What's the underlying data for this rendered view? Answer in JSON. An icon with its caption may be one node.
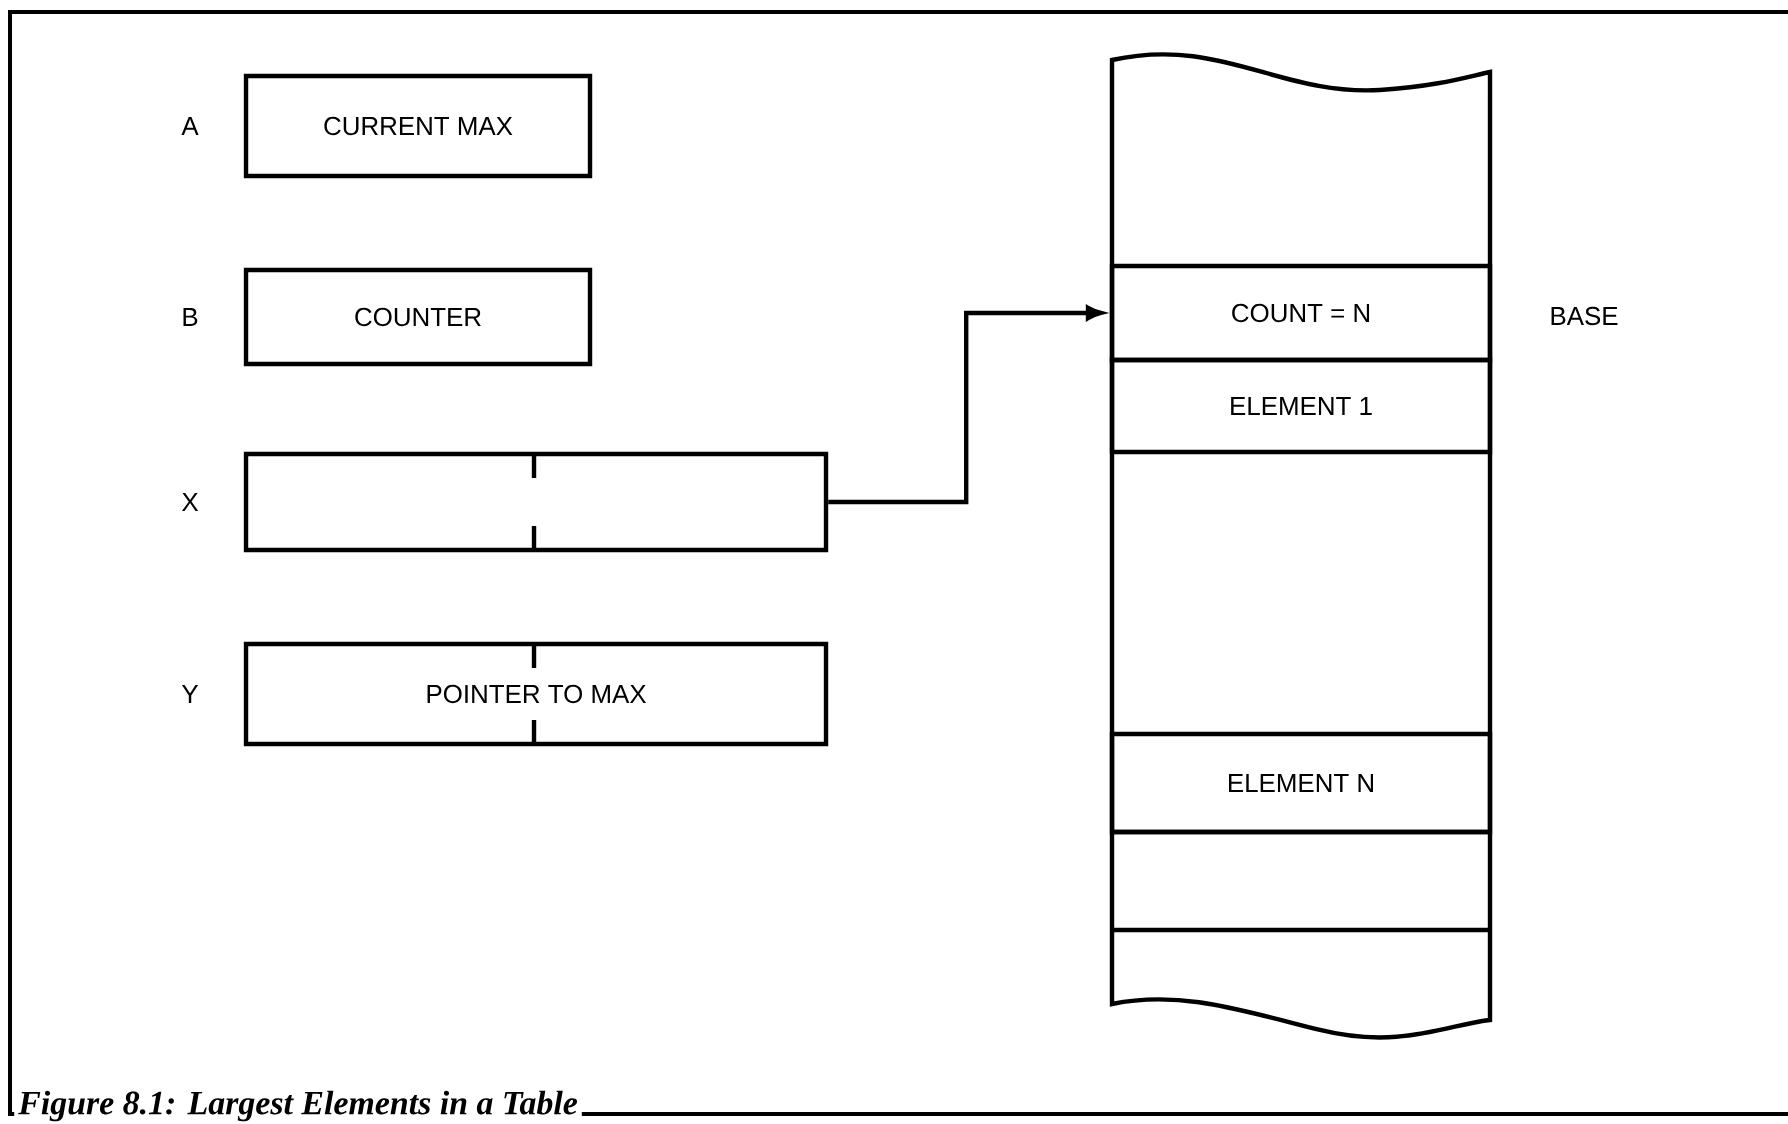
{
  "diagram": {
    "caption": "Figure 8.1: Largest Elements in a Table",
    "nodes": [
      {
        "text": [
          "CURRENT MAX"
        ],
        "beside": [
          "A"
        ]
      },
      {
        "text": [
          "COUNTER"
        ],
        "beside": [
          "B"
        ]
      },
      {
        "text": [],
        "shape": "box",
        "beside": [
          "X"
        ]
      },
      {
        "text": [
          "POINTER TO MAX"
        ],
        "beside": [
          "Y"
        ]
      },
      {
        "text": [],
        "shape": "box"
      },
      {
        "text": [
          "COUNT = N"
        ],
        "in": 4
      },
      {
        "text": [
          "ELEMENT 1"
        ],
        "in": 4
      },
      {
        "text": [
          "ELEMENT N"
        ],
        "in": 4
      }
    ],
    "edges": [
      {
        "from": 2,
        "to": 5,
        "arrow": "to"
      }
    ],
    "labels": [
      "BASE"
    ]
  }
}
